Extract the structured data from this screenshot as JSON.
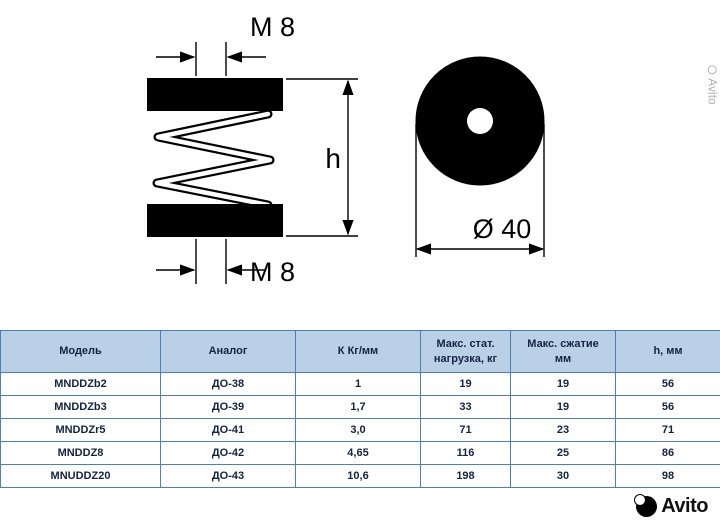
{
  "diagram": {
    "thread_label_top": "M 8",
    "thread_label_bottom": "M 8",
    "height_label": "h",
    "diameter_label": "Ø 40"
  },
  "table": {
    "headers": [
      "Модель",
      "Аналог",
      "К Кг/мм",
      "Макс. стат.\nнагрузка, кг",
      "Макс. сжатие\nмм",
      "h, мм"
    ],
    "rows": [
      [
        "MNDDZb2",
        "ДО-38",
        "1",
        "19",
        "19",
        "56"
      ],
      [
        "MNDDZb3",
        "ДО-39",
        "1,7",
        "33",
        "19",
        "56"
      ],
      [
        "MNDDZr5",
        "ДО-41",
        "3,0",
        "71",
        "23",
        "71"
      ],
      [
        "MNDDZ8",
        "ДО-42",
        "4,65",
        "116",
        "25",
        "86"
      ],
      [
        "MNUDDZ20",
        "ДО-43",
        "10,6",
        "198",
        "30",
        "98"
      ]
    ]
  },
  "watermarks": {
    "side_text": "Avito",
    "logo_text": "Avito"
  },
  "colors": {
    "table_header_bg": "#b9d0e6",
    "table_border": "#4f7fae",
    "text_dark": "#132440"
  }
}
